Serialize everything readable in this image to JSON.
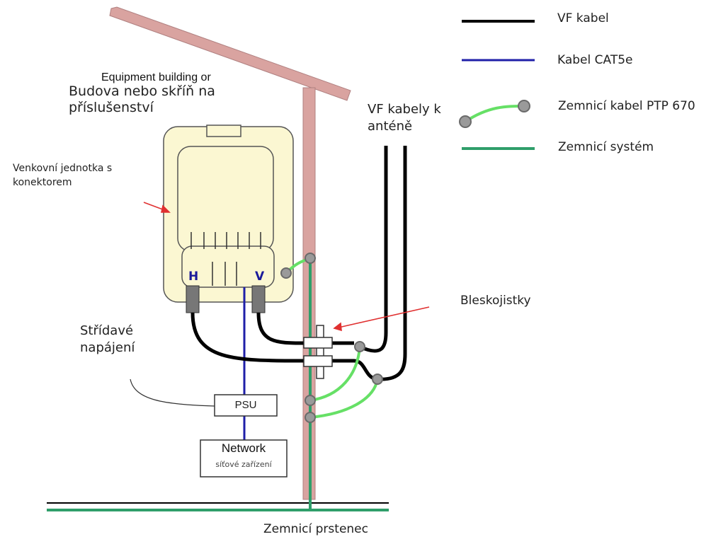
{
  "labels": {
    "building_en": "Equipment building or",
    "building_cz": "Budova nebo skříň na příslušenství",
    "outdoor_unit": "Venkovní jednotka s konektorem",
    "ac_power": "Střídavé napájení",
    "rf_to_antenna": "VF kabely k anténě",
    "lightning": "Bleskojistky",
    "ground_ring": "Zemnicí prstenec",
    "psu": "PSU",
    "network_en": "Network",
    "network_cz": "síťové zařízení",
    "port_h": "H",
    "port_v": "V"
  },
  "legend": [
    {
      "label": "VF kabel",
      "color": "#000000"
    },
    {
      "label": "Kabel CAT5e",
      "color": "#1f1fa8"
    },
    {
      "label": "Zemnicí kabel PTP 670",
      "color": "#66e066"
    },
    {
      "label": "Zemnicí systém",
      "color": "#2f9e6a"
    }
  ],
  "colors": {
    "mast": "#d9a3a0",
    "unit_fill": "#fbf7d2",
    "rf_cable": "#000000",
    "cat5e": "#1f1fa8",
    "ground_cable": "#66e066",
    "ground_system": "#2f9e6a",
    "arrow": "#e03030"
  }
}
